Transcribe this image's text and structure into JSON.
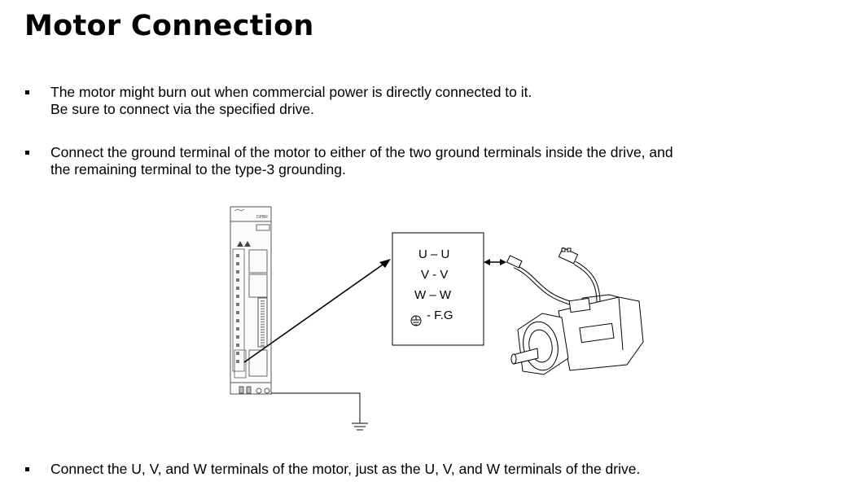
{
  "page": {
    "title": "Motor Connection",
    "bullets": [
      {
        "lines": [
          "The motor might burn out when commercial power is directly connected to it.",
          "Be sure to connect via the specified drive."
        ]
      },
      {
        "lines": [
          "Connect the ground terminal of the motor to either of the two ground terminals inside the drive, and",
          "the remaining terminal to the type-3 grounding."
        ]
      },
      {
        "lines": [
          "Connect the U, V, and W terminals of the motor, just as the U, V, and W terminals of the drive."
        ]
      }
    ]
  },
  "diagram": {
    "terminal_box": {
      "rows": [
        "U – U",
        "V - V",
        "W – W",
        "- F.G"
      ],
      "ground_icon": "ground-symbol-icon"
    },
    "drive_label": "DPBR",
    "icons": [
      "servo-drive-icon",
      "servo-motor-icon",
      "ground-icon",
      "double-arrow-icon"
    ]
  }
}
